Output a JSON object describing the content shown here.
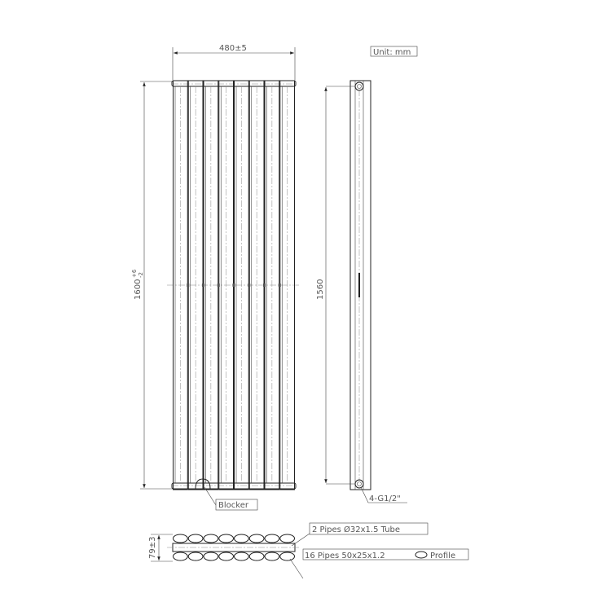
{
  "drawing": {
    "unit_label": "Unit: mm",
    "width_dim": "480±5",
    "height_dim": "1600",
    "height_tol_plus": "+6",
    "height_tol_minus": "-2",
    "centres_dim": "1560",
    "depth_dim": "79±3",
    "blocker_label": "Blocker",
    "connection_label": "4-G1/2\"",
    "tube_label": "2 Pipes Ø32x1.5 Tube",
    "profile_label_prefix": "16 Pipes 50x25x1.2",
    "profile_label_suffix": "Profile",
    "column_count": 8,
    "line_color": "#222222"
  }
}
